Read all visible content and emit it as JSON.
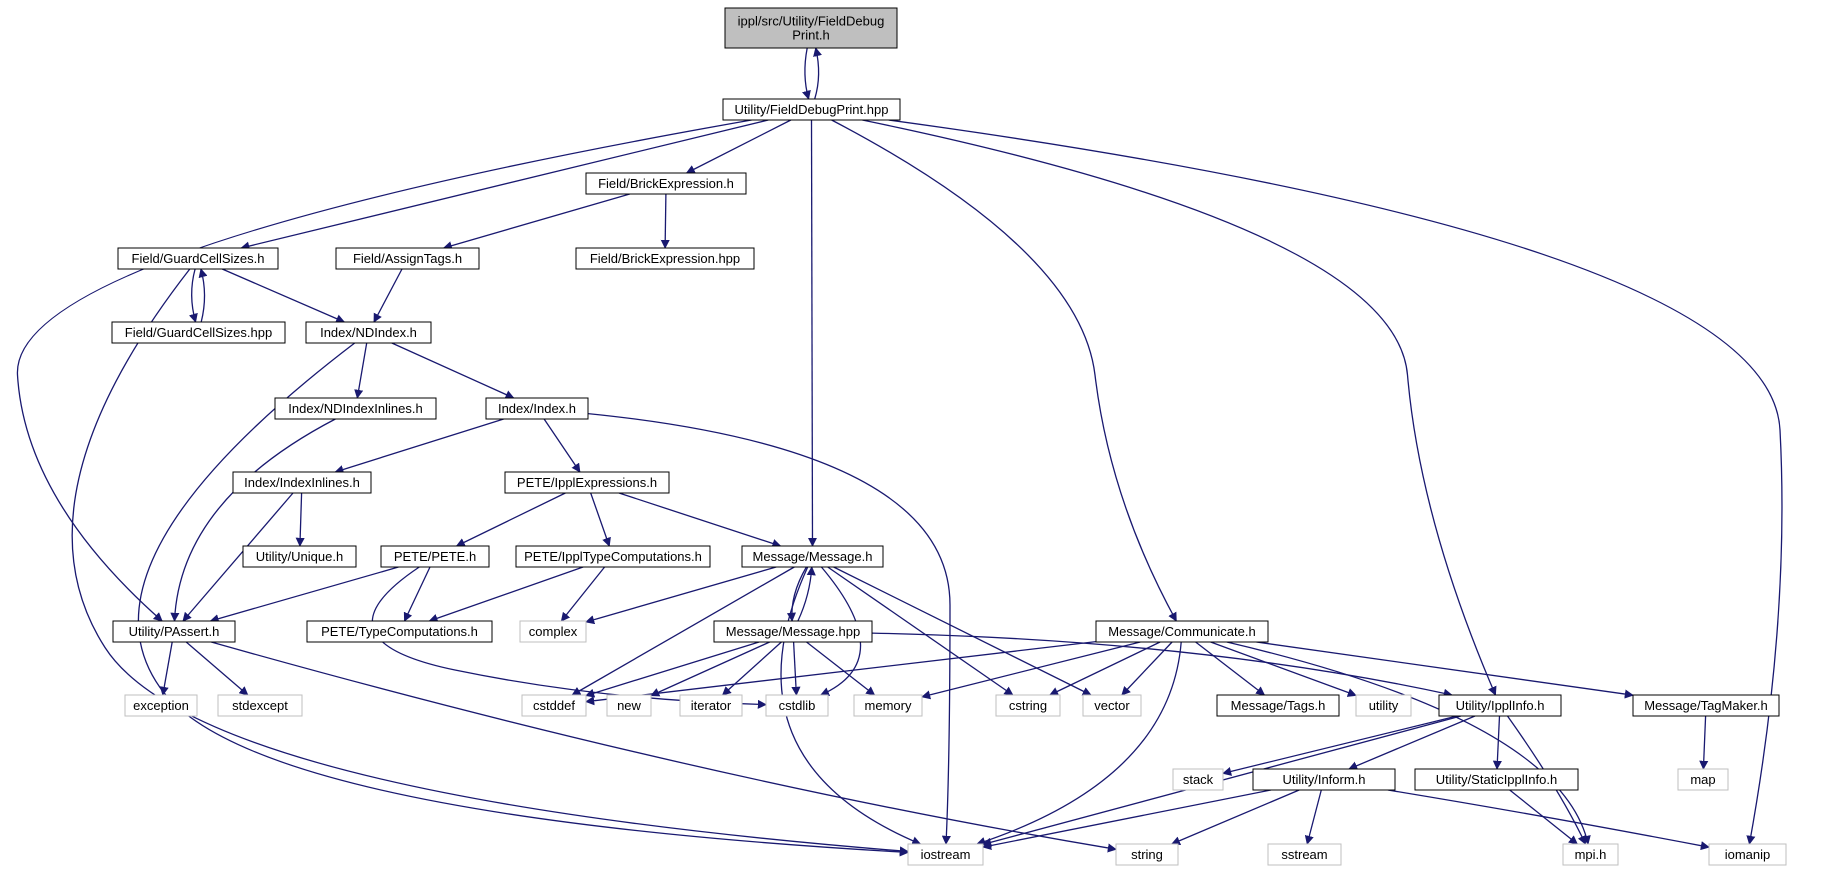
{
  "colors": {
    "edge": "#191970",
    "root_fill": "#bfbfbf",
    "node_fill": "#ffffff",
    "node_border": "#000000",
    "external_border": "#bfbfbf"
  },
  "nodes": [
    {
      "id": "root",
      "label_lines": [
        "ippl/src/Utility/FieldDebug",
        "Print.h"
      ],
      "kind": "root"
    },
    {
      "id": "fdp_hpp",
      "label_lines": [
        "Utility/FieldDebugPrint.hpp"
      ],
      "kind": "file"
    },
    {
      "id": "brickexpr_h",
      "label_lines": [
        "Field/BrickExpression.h"
      ],
      "kind": "file"
    },
    {
      "id": "guardcell_h",
      "label_lines": [
        "Field/GuardCellSizes.h"
      ],
      "kind": "file"
    },
    {
      "id": "assigntags_h",
      "label_lines": [
        "Field/AssignTags.h"
      ],
      "kind": "file"
    },
    {
      "id": "brickexpr_hpp",
      "label_lines": [
        "Field/BrickExpression.hpp"
      ],
      "kind": "file"
    },
    {
      "id": "guardcell_hpp",
      "label_lines": [
        "Field/GuardCellSizes.hpp"
      ],
      "kind": "file"
    },
    {
      "id": "ndindex_h",
      "label_lines": [
        "Index/NDIndex.h"
      ],
      "kind": "file"
    },
    {
      "id": "ndindexinl_h",
      "label_lines": [
        "Index/NDIndexInlines.h"
      ],
      "kind": "file"
    },
    {
      "id": "index_h",
      "label_lines": [
        "Index/Index.h"
      ],
      "kind": "file"
    },
    {
      "id": "indexinl_h",
      "label_lines": [
        "Index/IndexInlines.h"
      ],
      "kind": "file"
    },
    {
      "id": "ipplexpr_h",
      "label_lines": [
        "PETE/IpplExpressions.h"
      ],
      "kind": "file"
    },
    {
      "id": "unique_h",
      "label_lines": [
        "Utility/Unique.h"
      ],
      "kind": "file"
    },
    {
      "id": "pete_h",
      "label_lines": [
        "PETE/PETE.h"
      ],
      "kind": "file"
    },
    {
      "id": "ippltypecomp_h",
      "label_lines": [
        "PETE/IpplTypeComputations.h"
      ],
      "kind": "file"
    },
    {
      "id": "message_h",
      "label_lines": [
        "Message/Message.h"
      ],
      "kind": "file"
    },
    {
      "id": "passert_h",
      "label_lines": [
        "Utility/PAssert.h"
      ],
      "kind": "file"
    },
    {
      "id": "typecomp_h",
      "label_lines": [
        "PETE/TypeComputations.h"
      ],
      "kind": "file"
    },
    {
      "id": "complex",
      "label_lines": [
        "complex"
      ],
      "kind": "external"
    },
    {
      "id": "message_hpp",
      "label_lines": [
        "Message/Message.hpp"
      ],
      "kind": "file"
    },
    {
      "id": "communicate_h",
      "label_lines": [
        "Message/Communicate.h"
      ],
      "kind": "file"
    },
    {
      "id": "exception",
      "label_lines": [
        "exception"
      ],
      "kind": "external"
    },
    {
      "id": "stdexcept",
      "label_lines": [
        "stdexcept"
      ],
      "kind": "external"
    },
    {
      "id": "cstddef",
      "label_lines": [
        "cstddef"
      ],
      "kind": "external"
    },
    {
      "id": "new",
      "label_lines": [
        "new"
      ],
      "kind": "external"
    },
    {
      "id": "iterator",
      "label_lines": [
        "iterator"
      ],
      "kind": "external"
    },
    {
      "id": "cstdlib",
      "label_lines": [
        "cstdlib"
      ],
      "kind": "external"
    },
    {
      "id": "memory",
      "label_lines": [
        "memory"
      ],
      "kind": "external"
    },
    {
      "id": "cstring",
      "label_lines": [
        "cstring"
      ],
      "kind": "external"
    },
    {
      "id": "vector",
      "label_lines": [
        "vector"
      ],
      "kind": "external"
    },
    {
      "id": "tags_h",
      "label_lines": [
        "Message/Tags.h"
      ],
      "kind": "file"
    },
    {
      "id": "utility",
      "label_lines": [
        "utility"
      ],
      "kind": "external"
    },
    {
      "id": "ipplinfo_h",
      "label_lines": [
        "Utility/IpplInfo.h"
      ],
      "kind": "file"
    },
    {
      "id": "tagmaker_h",
      "label_lines": [
        "Message/TagMaker.h"
      ],
      "kind": "file"
    },
    {
      "id": "stack",
      "label_lines": [
        "stack"
      ],
      "kind": "external"
    },
    {
      "id": "inform_h",
      "label_lines": [
        "Utility/Inform.h"
      ],
      "kind": "file"
    },
    {
      "id": "staticipplinfo_h",
      "label_lines": [
        "Utility/StaticIpplInfo.h"
      ],
      "kind": "file"
    },
    {
      "id": "map",
      "label_lines": [
        "map"
      ],
      "kind": "external"
    },
    {
      "id": "iostream",
      "label_lines": [
        "iostream"
      ],
      "kind": "external"
    },
    {
      "id": "string",
      "label_lines": [
        "string"
      ],
      "kind": "external"
    },
    {
      "id": "sstream",
      "label_lines": [
        "sstream"
      ],
      "kind": "external"
    },
    {
      "id": "mpi_h",
      "label_lines": [
        "mpi.h"
      ],
      "kind": "external"
    },
    {
      "id": "iomanip",
      "label_lines": [
        "iomanip"
      ],
      "kind": "external"
    }
  ],
  "edges": [
    [
      "root",
      "fdp_hpp"
    ],
    [
      "fdp_hpp",
      "root"
    ],
    [
      "fdp_hpp",
      "brickexpr_h"
    ],
    [
      "fdp_hpp",
      "guardcell_h"
    ],
    [
      "fdp_hpp",
      "passert_h"
    ],
    [
      "fdp_hpp",
      "message_h"
    ],
    [
      "fdp_hpp",
      "communicate_h"
    ],
    [
      "fdp_hpp",
      "ipplinfo_h"
    ],
    [
      "fdp_hpp",
      "iomanip"
    ],
    [
      "brickexpr_h",
      "assigntags_h"
    ],
    [
      "brickexpr_h",
      "brickexpr_hpp"
    ],
    [
      "guardcell_h",
      "guardcell_hpp"
    ],
    [
      "guardcell_hpp",
      "guardcell_h"
    ],
    [
      "guardcell_h",
      "ndindex_h"
    ],
    [
      "guardcell_h",
      "iostream"
    ],
    [
      "assigntags_h",
      "ndindex_h"
    ],
    [
      "ndindex_h",
      "ndindexinl_h"
    ],
    [
      "ndindex_h",
      "index_h"
    ],
    [
      "ndindex_h",
      "iostream"
    ],
    [
      "ndindexinl_h",
      "passert_h"
    ],
    [
      "index_h",
      "indexinl_h"
    ],
    [
      "index_h",
      "ipplexpr_h"
    ],
    [
      "index_h",
      "iostream"
    ],
    [
      "indexinl_h",
      "unique_h"
    ],
    [
      "indexinl_h",
      "passert_h"
    ],
    [
      "ipplexpr_h",
      "pete_h"
    ],
    [
      "ipplexpr_h",
      "ippltypecomp_h"
    ],
    [
      "ipplexpr_h",
      "message_h"
    ],
    [
      "pete_h",
      "passert_h"
    ],
    [
      "pete_h",
      "typecomp_h"
    ],
    [
      "pete_h",
      "cstdlib"
    ],
    [
      "ippltypecomp_h",
      "typecomp_h"
    ],
    [
      "ippltypecomp_h",
      "complex"
    ],
    [
      "passert_h",
      "exception"
    ],
    [
      "passert_h",
      "stdexcept"
    ],
    [
      "passert_h",
      "string"
    ],
    [
      "message_h",
      "complex"
    ],
    [
      "message_h",
      "message_hpp"
    ],
    [
      "message_hpp",
      "message_h"
    ],
    [
      "message_h",
      "cstddef"
    ],
    [
      "message_h",
      "cstdlib"
    ],
    [
      "message_h",
      "cstring"
    ],
    [
      "message_h",
      "vector"
    ],
    [
      "message_h",
      "iostream"
    ],
    [
      "message_hpp",
      "cstddef"
    ],
    [
      "message_hpp",
      "new"
    ],
    [
      "message_hpp",
      "iterator"
    ],
    [
      "message_hpp",
      "cstdlib"
    ],
    [
      "message_hpp",
      "memory"
    ],
    [
      "message_hpp",
      "ipplinfo_h"
    ],
    [
      "communicate_h",
      "cstddef"
    ],
    [
      "communicate_h",
      "memory"
    ],
    [
      "communicate_h",
      "cstring"
    ],
    [
      "communicate_h",
      "vector"
    ],
    [
      "communicate_h",
      "tags_h"
    ],
    [
      "communicate_h",
      "utility"
    ],
    [
      "communicate_h",
      "tagmaker_h"
    ],
    [
      "communicate_h",
      "iostream"
    ],
    [
      "communicate_h",
      "mpi_h"
    ],
    [
      "ipplinfo_h",
      "stack"
    ],
    [
      "ipplinfo_h",
      "inform_h"
    ],
    [
      "ipplinfo_h",
      "staticipplinfo_h"
    ],
    [
      "ipplinfo_h",
      "iostream"
    ],
    [
      "ipplinfo_h",
      "mpi_h"
    ],
    [
      "tagmaker_h",
      "map"
    ],
    [
      "inform_h",
      "iostream"
    ],
    [
      "inform_h",
      "string"
    ],
    [
      "inform_h",
      "sstream"
    ],
    [
      "inform_h",
      "iomanip"
    ],
    [
      "staticipplinfo_h",
      "mpi_h"
    ]
  ]
}
